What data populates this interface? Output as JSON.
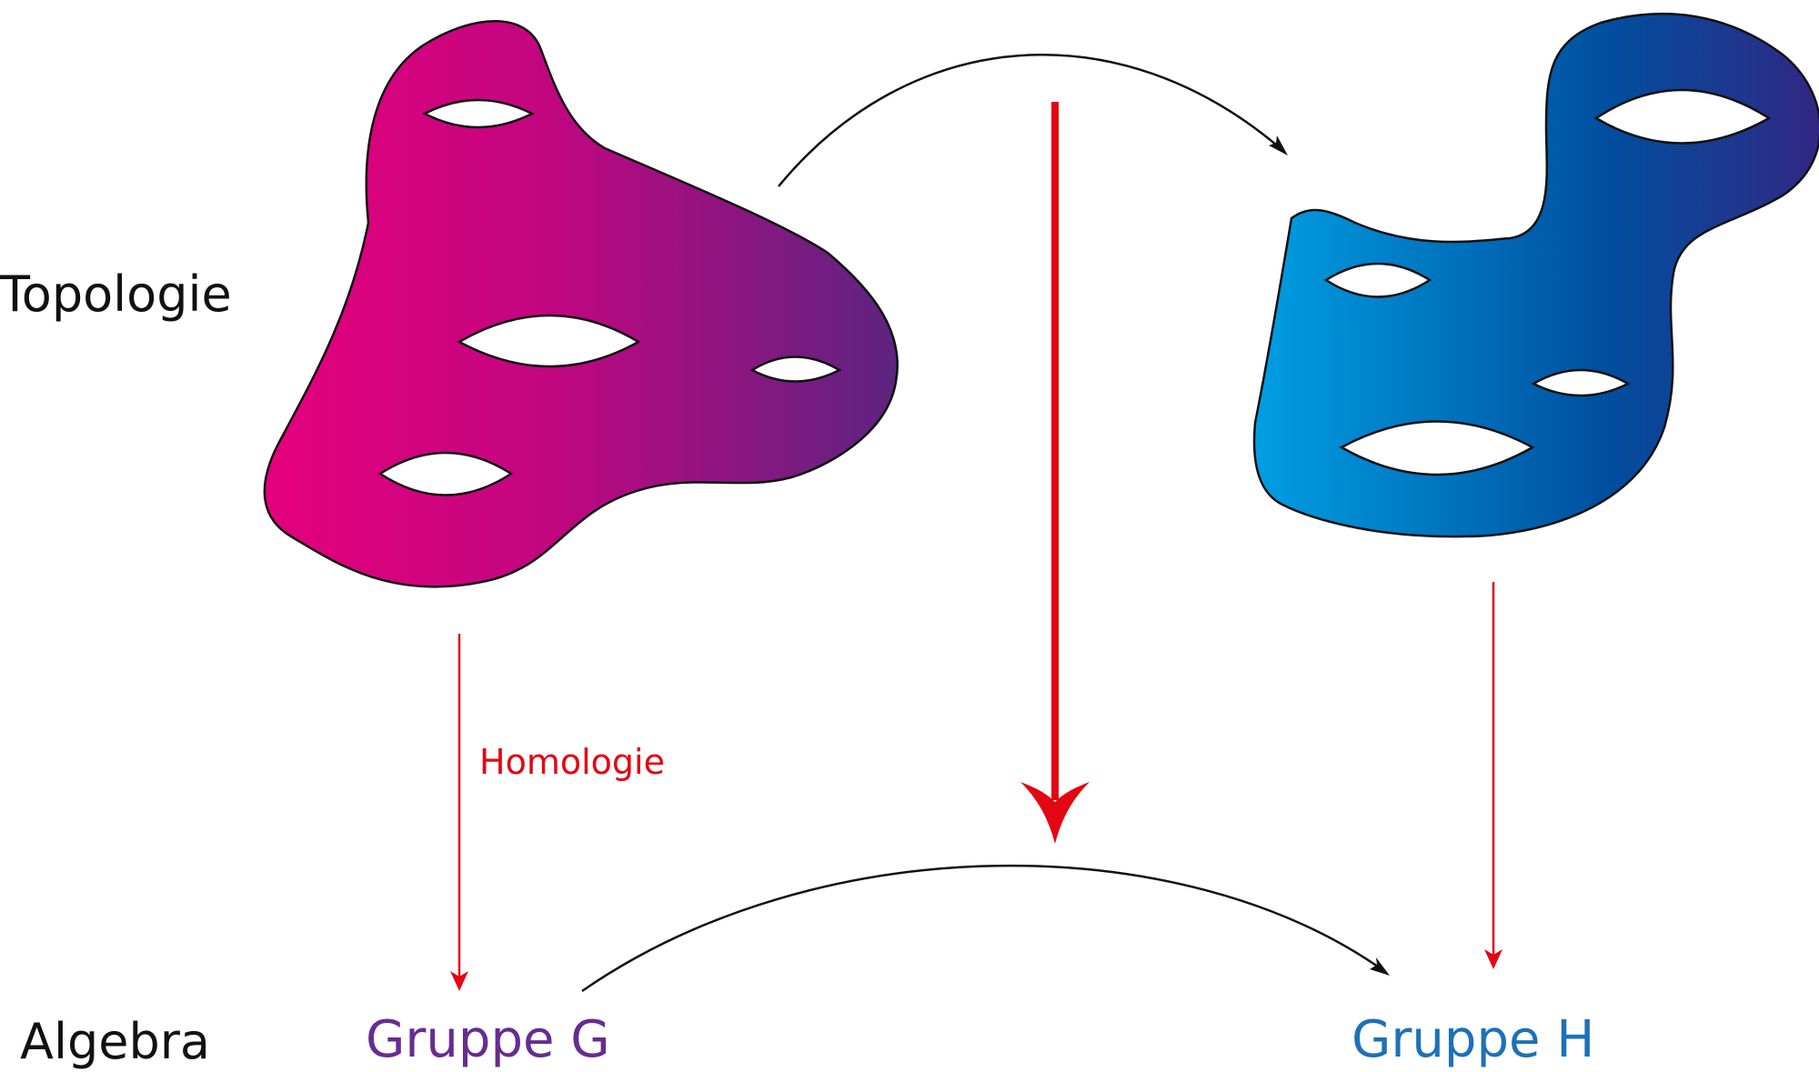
{
  "labels": {
    "topology_row": "Topologie",
    "algebra_row": "Algebra",
    "homology_arrow": "Homologie",
    "group_g": "Gruppe G",
    "group_h": "Gruppe H"
  },
  "colors": {
    "surface_left_start": "#e5007d",
    "surface_left_end": "#5c2480",
    "surface_right_start": "#009fe3",
    "surface_right_mid": "#004f9f",
    "surface_right_end": "#312783",
    "homology_arrow": "#e30613",
    "map_arrow": "#111111",
    "group_g": "#662d91",
    "group_h": "#1d71b8"
  }
}
